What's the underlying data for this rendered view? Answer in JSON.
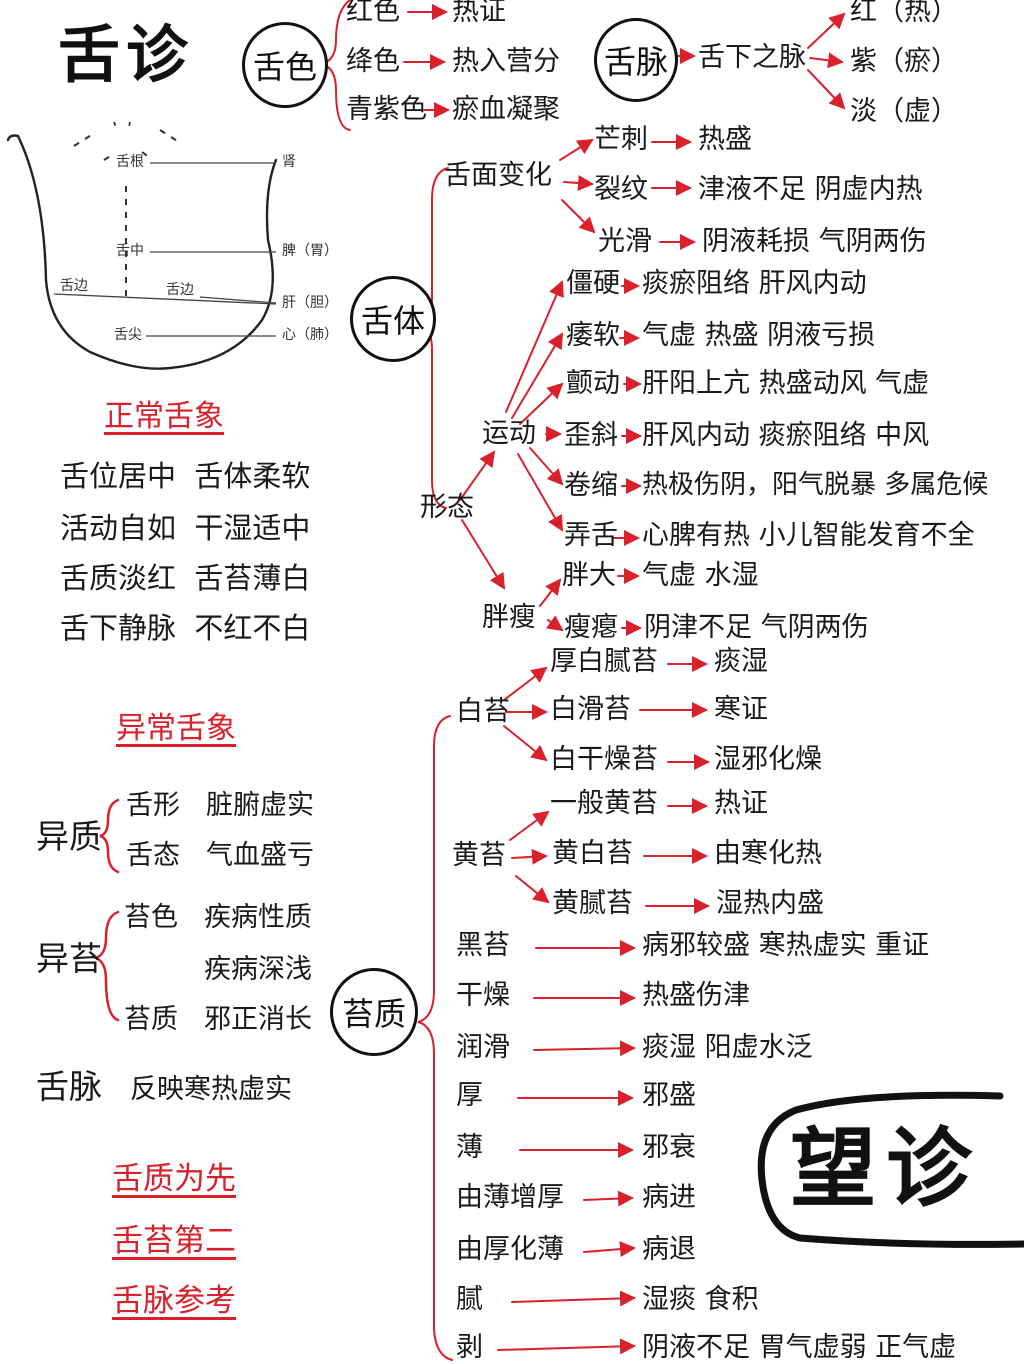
{
  "title": {
    "tongue": "舌诊",
    "wang": "望诊"
  },
  "colors": {
    "red": "#d8212a",
    "ink": "#111111"
  },
  "tongue_diagram": {
    "root": "舌根",
    "kidney": "肾",
    "middle": "舌中",
    "spleen": "脾（胃）",
    "edge_left": "舌边",
    "edge_right": "舌边",
    "liver": "肝（胆）",
    "tip": "舌尖",
    "heart": "心（肺）"
  },
  "normal": {
    "heading": "正常舌象",
    "lines": [
      "舌位居中  舌体柔软",
      "活动自如  干湿适中",
      "舌质淡红  舌苔薄白",
      "舌下静脉  不红不白"
    ]
  },
  "abnormal": {
    "heading": "异常舌象",
    "yizhi": "异质",
    "xing": "舌形",
    "xing_v": "脏腑虚实",
    "tai_state": "舌态",
    "tai_state_v": "气血盛亏",
    "yitai": "异苔",
    "taise": "苔色",
    "taise_v": "疾病性质",
    "taise_v2": "疾病深浅",
    "taizhi": "苔质",
    "taizhi_v": "邪正消长",
    "mai": "舌脉",
    "mai_v": "反映寒热虚实"
  },
  "priority": [
    "舌质为先",
    "舌苔第二",
    "舌脉参考"
  ],
  "color": {
    "node": "舌色",
    "items": [
      {
        "k": "红色",
        "v": "热证"
      },
      {
        "k": "绛色",
        "v": "热入营分"
      },
      {
        "k": "青紫色",
        "v": "瘀血凝聚"
      }
    ]
  },
  "vein": {
    "node": "舌脉",
    "sub": "舌下之脉",
    "items": [
      "红（热）",
      "紫（瘀）",
      "淡（虚）"
    ]
  },
  "body": {
    "node": "舌体",
    "surface": {
      "label": "舌面变化",
      "items": [
        {
          "k": "芒刺",
          "v": "热盛"
        },
        {
          "k": "裂纹",
          "v": "津液不足 阴虚内热"
        },
        {
          "k": "光滑",
          "v": "阴液耗损 气阴两伤"
        }
      ]
    },
    "form": "形态",
    "motion": {
      "label": "运动",
      "items": [
        {
          "k": "僵硬",
          "v": "痰瘀阻络 肝风内动"
        },
        {
          "k": "痿软",
          "v": "气虚 热盛 阴液亏损"
        },
        {
          "k": "颤动",
          "v": "肝阳上亢 热盛动风 气虚"
        },
        {
          "k": "歪斜",
          "v": "肝风内动 痰瘀阻络 中风"
        },
        {
          "k": "卷缩",
          "v": "热极伤阴，阳气脱暴 多属危候"
        },
        {
          "k": "弄舌",
          "v": "心脾有热 小儿智能发育不全"
        }
      ]
    },
    "shape": {
      "label": "胖瘦",
      "items": [
        {
          "k": "胖大",
          "v": "气虚 水湿"
        },
        {
          "k": "瘦瘪",
          "v": "阴津不足 气阴两伤"
        }
      ]
    }
  },
  "coating": {
    "node": "苔质",
    "white": {
      "label": "白苔",
      "items": [
        {
          "k": "厚白腻苔",
          "v": "痰湿"
        },
        {
          "k": "白滑苔",
          "v": "寒证"
        },
        {
          "k": "白干燥苔",
          "v": "湿邪化燥"
        }
      ]
    },
    "yellow": {
      "label": "黄苔",
      "items": [
        {
          "k": "一般黄苔",
          "v": "热证"
        },
        {
          "k": "黄白苔",
          "v": "由寒化热"
        },
        {
          "k": "黄腻苔",
          "v": "湿热内盛"
        }
      ]
    },
    "others": [
      {
        "k": "黑苔",
        "v": "病邪较盛 寒热虚实 重证"
      },
      {
        "k": "干燥",
        "v": "热盛伤津"
      },
      {
        "k": "润滑",
        "v": "痰湿 阳虚水泛"
      },
      {
        "k": "厚",
        "v": "邪盛"
      },
      {
        "k": "薄",
        "v": "邪衰"
      },
      {
        "k": "由薄增厚",
        "v": "病进"
      },
      {
        "k": "由厚化薄",
        "v": "病退"
      },
      {
        "k": "腻",
        "v": "湿痰 食积"
      },
      {
        "k": "剥",
        "v": "阴液不足 胃气虚弱 正气虚"
      }
    ]
  }
}
